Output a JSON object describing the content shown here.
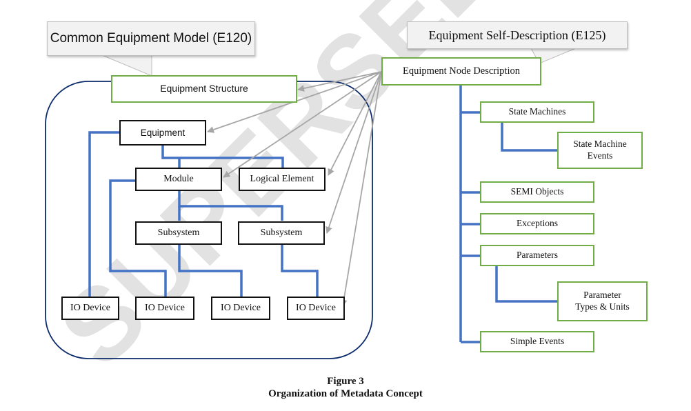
{
  "watermark": "SUPERSEDED",
  "colors": {
    "connector_blue": "#4472c4",
    "container_navy": "#0b2a6b",
    "green_border": "#70ad47",
    "arrow_gray": "#a6a6a6",
    "callout_fill": "#f2f2f2"
  },
  "callouts": {
    "e120": "Common Equipment Model (E120)",
    "e125": "Equipment Self-Description (E125)"
  },
  "e120": {
    "container_label": "Equipment Structure",
    "nodes": {
      "equipment": "Equipment",
      "module": "Module",
      "logical_element": "Logical Element",
      "subsystem_1": "Subsystem",
      "subsystem_2": "Subsystem",
      "io_device_1": "IO Device",
      "io_device_2": "IO Device",
      "io_device_3": "IO Device",
      "io_device_4": "IO Device"
    }
  },
  "e125": {
    "root": "Equipment Node Description",
    "children": {
      "state_machines": "State Machines",
      "state_machine_events_line1": "State Machine",
      "state_machine_events_line2": "Events",
      "semi_objects": "SEMI Objects",
      "exceptions": "Exceptions",
      "parameters": "Parameters",
      "parameter_types_line1": "Parameter",
      "parameter_types_line2": "Types & Units",
      "simple_events": "Simple Events"
    }
  },
  "caption": {
    "figure": "Figure 3",
    "title": "Organization of Metadata Concept"
  }
}
